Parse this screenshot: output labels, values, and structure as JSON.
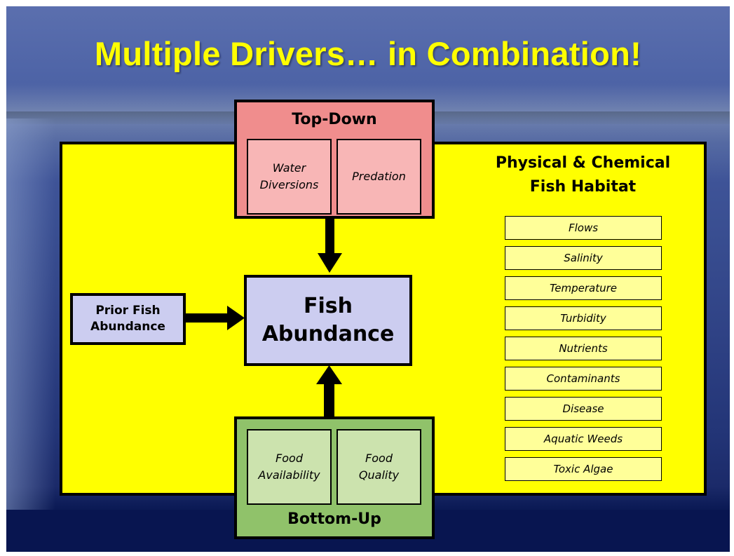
{
  "title": "Multiple Drivers… in Combination!",
  "top_down": {
    "label": "Top-Down",
    "items": [
      "Water Diversions",
      "Predation"
    ]
  },
  "bottom_up": {
    "label": "Bottom-Up",
    "items": [
      "Food Availability",
      "Food Quality"
    ]
  },
  "fish_abundance": {
    "line1": "Fish",
    "line2": "Abundance"
  },
  "prior_fish_abundance": {
    "line1": "Prior Fish",
    "line2": "Abundance"
  },
  "habitat": {
    "title_line1": "Physical & Chemical",
    "title_line2": "Fish Habitat",
    "items": [
      "Flows",
      "Salinity",
      "Temperature",
      "Turbidity",
      "Nutrients",
      "Contaminants",
      "Disease",
      "Aquatic Weeds",
      "Toxic Algae"
    ]
  },
  "colors": {
    "title": "#ffff00",
    "panel": "#ffff00",
    "top_down": "#f08d8d",
    "bottom_up": "#90c26a",
    "fish": "#cccdf0",
    "habitat_item": "#ffff99"
  }
}
